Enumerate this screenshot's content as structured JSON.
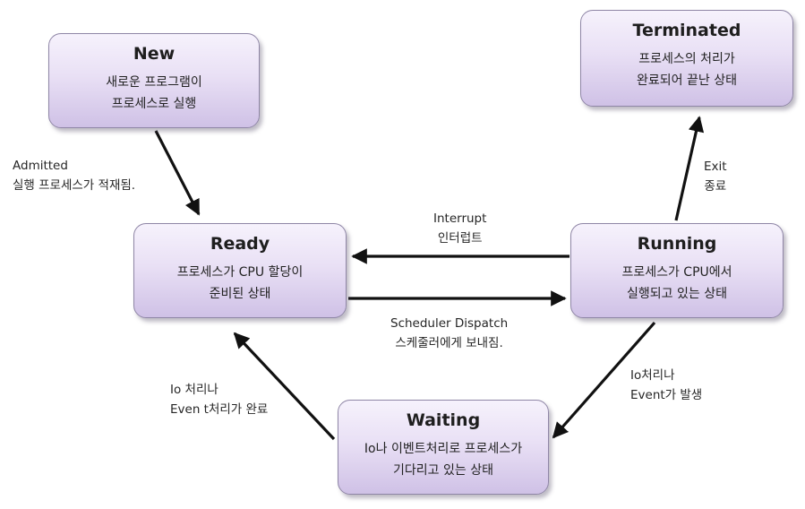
{
  "states": {
    "new": {
      "title": "New",
      "desc_line1": "새로운 프로그램이",
      "desc_line2": "프로세스로 실행"
    },
    "terminated": {
      "title": "Terminated",
      "desc_line1": "프로세스의 처리가",
      "desc_line2": "완료되어 끝난 상태"
    },
    "ready": {
      "title": "Ready",
      "desc_line1": "프로세스가 CPU 할당이",
      "desc_line2": "준비된 상태"
    },
    "running": {
      "title": "Running",
      "desc_line1": "프로세스가 CPU에서",
      "desc_line2": "실행되고 있는 상태"
    },
    "waiting": {
      "title": "Waiting",
      "desc_line1": "Io나 이벤트처리로 프로세스가",
      "desc_line2": "기다리고 있는 상태"
    }
  },
  "transitions": {
    "admitted": {
      "line1": "Admitted",
      "line2": "실행 프로세스가 적재됨."
    },
    "exit": {
      "line1": "Exit",
      "line2": "종료"
    },
    "interrupt": {
      "line1": "Interrupt",
      "line2": "인터럽트"
    },
    "dispatch": {
      "line1": "Scheduler Dispatch",
      "line2": "스케줄러에게 보내짐."
    },
    "io_done": {
      "line1": "Io 처리나",
      "line2": "Even t처리가 완료"
    },
    "io_event": {
      "line1": "Io처리나",
      "line2": "Event가 발생"
    }
  },
  "colors": {
    "arrow": "#111111",
    "node_border": "#8f86a6",
    "node_fill_top": "#f6f2fc",
    "node_fill_bottom": "#cfc1e6"
  }
}
